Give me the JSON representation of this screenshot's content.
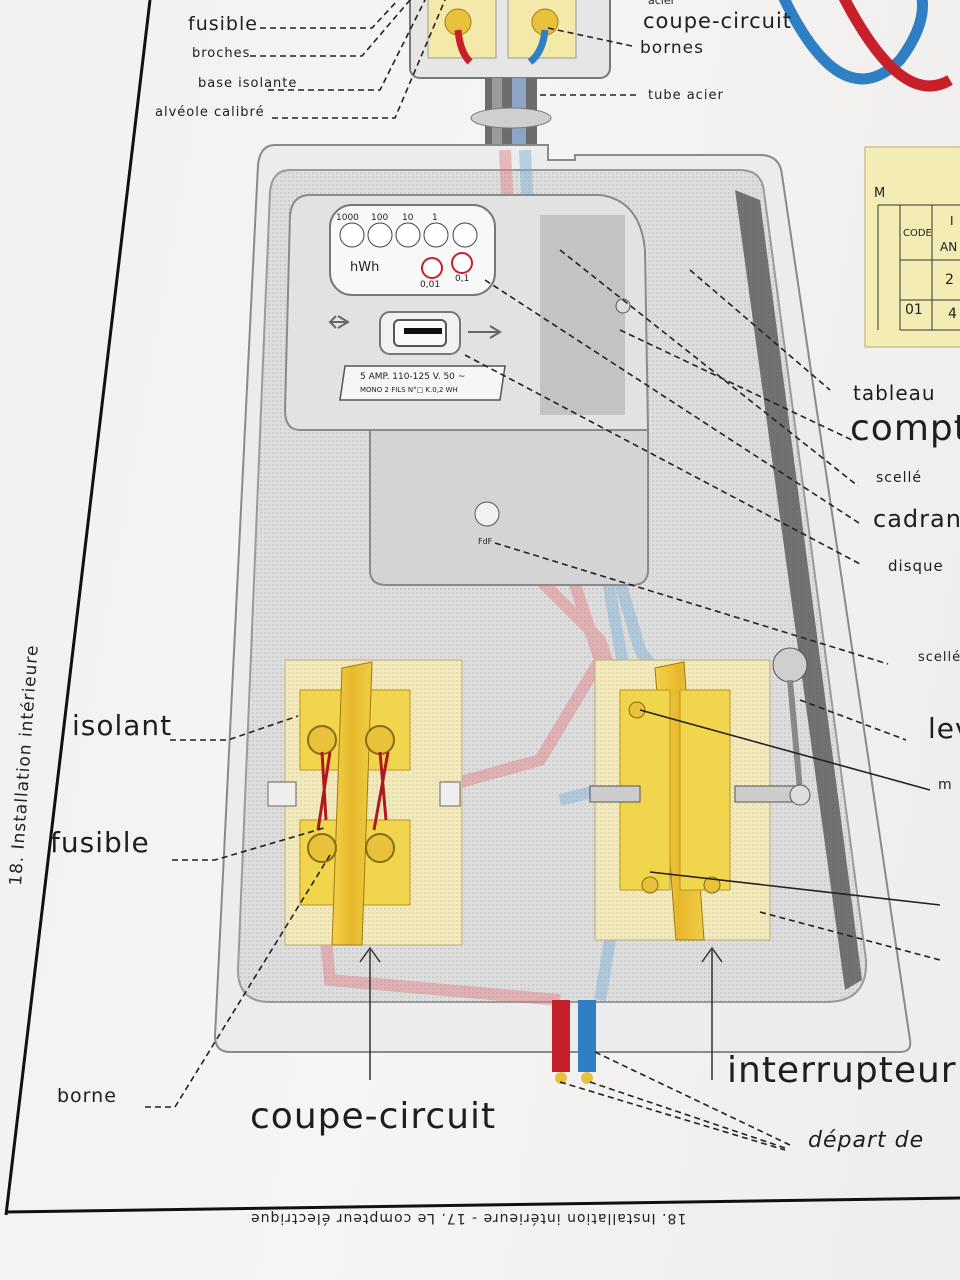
{
  "labels": {
    "top_fusible": "fusible",
    "broches": "broches",
    "base_isolante": "base isolante",
    "alveole": "alvéole calibré",
    "acier": "acier",
    "coupe_circuit_top": "coupe-circuit",
    "bornes": "bornes",
    "tube_acier": "tube acier",
    "tableau": "tableau",
    "compteur": "compt",
    "scelle_1": "scellé",
    "cadran": "cadran",
    "disque": "disque",
    "scelle_2": "scellé",
    "levier": "lev",
    "manette": "m",
    "isolant": "isolant",
    "fusible": "fusible",
    "borne": "borne",
    "coupe_circuit": "coupe-circuit",
    "interrupteur": "interrupteur",
    "depart": "départ de"
  },
  "meter": {
    "dials": [
      "1000",
      "100",
      "10",
      "1"
    ],
    "unit": "hWh",
    "small_dials": [
      "0,01",
      "0,1"
    ],
    "plate_line1": "5 AMP.  110-125 V. 50 ~",
    "plate_line2": "MONO  2 FILS  N°□  K.0,2 WH",
    "fd_mark": "FdF"
  },
  "table_card": {
    "corner": "M",
    "code": "CODE",
    "an": "AN",
    "i": "I",
    "row_01": "01",
    "val_2": "2",
    "val_4": "4"
  },
  "margin": {
    "side_title": "18. Installation intérieure",
    "side_num": "18.",
    "footer": "18.  Installation intérieure   -   17.  Le compteur électrique"
  },
  "colors": {
    "phase_wire": "#c8202a",
    "neutral_wire": "#2f7fc4",
    "brass": "#e8c23a",
    "insulator": "#f1e7b8",
    "panel": "#d6d6d6"
  }
}
